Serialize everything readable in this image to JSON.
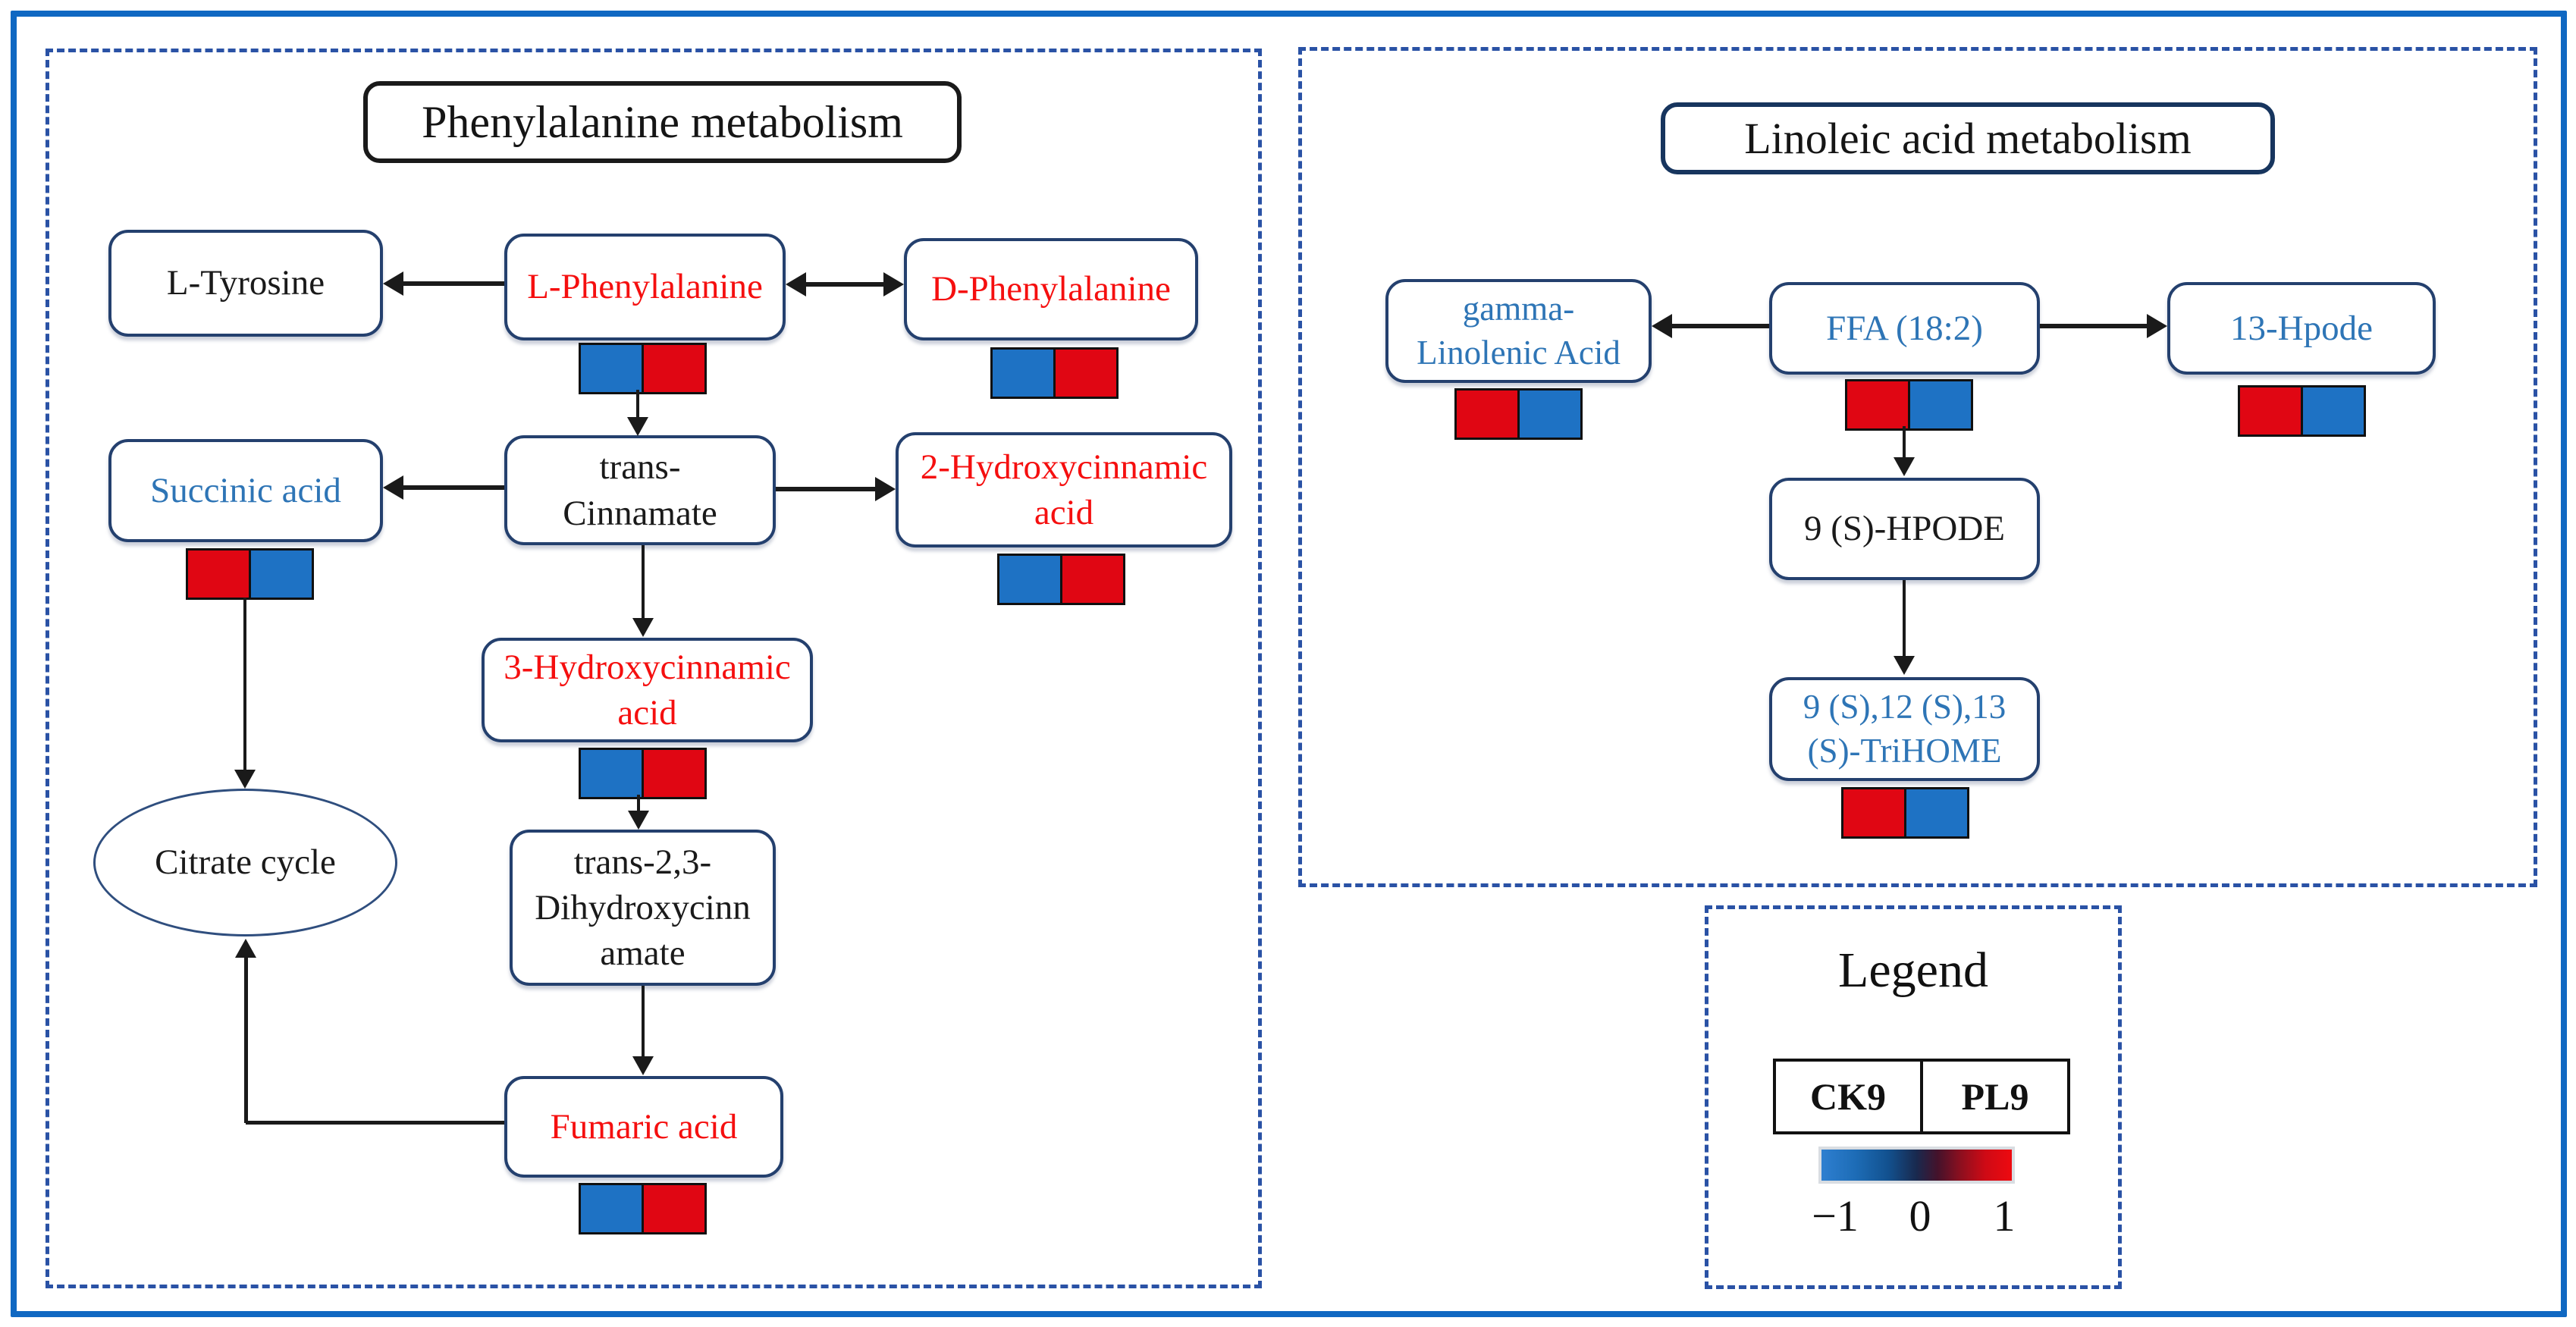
{
  "colors": {
    "outer_border": "#1068C2",
    "dashed_border": "#2A52A5",
    "node_border": "#24406E",
    "red_text": "#F50F0F",
    "blue_text": "#2E75B6",
    "black_text": "#1A1A1A",
    "heat_red": "#E00613",
    "heat_blue": "#1E72C4"
  },
  "phenyl": {
    "title": "Phenylalanine metabolism",
    "nodes": {
      "l_tyrosine": {
        "label": "L-Tyrosine"
      },
      "l_phenylalanine": {
        "label": "L-Phenylalanine",
        "heatmap": [
          "heat_blue",
          "heat_red"
        ]
      },
      "d_phenylalanine": {
        "label": "D-Phenylalanine",
        "heatmap": [
          "heat_blue",
          "heat_red"
        ]
      },
      "succinic_acid": {
        "label": "Succinic acid",
        "heatmap": [
          "heat_red",
          "heat_blue"
        ]
      },
      "trans_cinnamate": {
        "line1": "trans-",
        "line2": "Cinnamate"
      },
      "hydroxycinnamic_2": {
        "line1": "2-Hydroxycinnamic",
        "line2": "acid",
        "heatmap": [
          "heat_blue",
          "heat_red"
        ]
      },
      "hydroxycinnamic_3": {
        "line1": "3-Hydroxycinnamic",
        "line2": "acid",
        "heatmap": [
          "heat_blue",
          "heat_red"
        ]
      },
      "dihydroxycinnamate": {
        "line1": "trans-2,3-",
        "line2": "Dihydroxycinn",
        "line3": "amate"
      },
      "citrate_cycle": {
        "label": "Citrate cycle"
      },
      "fumaric_acid": {
        "label": "Fumaric acid",
        "heatmap": [
          "heat_blue",
          "heat_red"
        ]
      }
    }
  },
  "linoleic": {
    "title": "Linoleic acid metabolism",
    "nodes": {
      "gamma_linolenic": {
        "line1": "gamma-",
        "line2": "Linolenic Acid",
        "heatmap": [
          "heat_red",
          "heat_blue"
        ]
      },
      "ffa": {
        "label": "FFA (18:2)",
        "heatmap": [
          "heat_red",
          "heat_blue"
        ]
      },
      "hpode_13": {
        "label": "13-Hpode",
        "heatmap": [
          "heat_red",
          "heat_blue"
        ]
      },
      "hpode_9s": {
        "label": "9 (S)-HPODE"
      },
      "trihome": {
        "line1": "9 (S),12 (S),13",
        "line2": "(S)-TriHOME",
        "heatmap": [
          "heat_red",
          "heat_blue"
        ]
      }
    }
  },
  "legend": {
    "title": "Legend",
    "col1": "CK9",
    "col2": "PL9",
    "scale_min": "−1",
    "scale_mid": "0",
    "scale_max": "1"
  }
}
